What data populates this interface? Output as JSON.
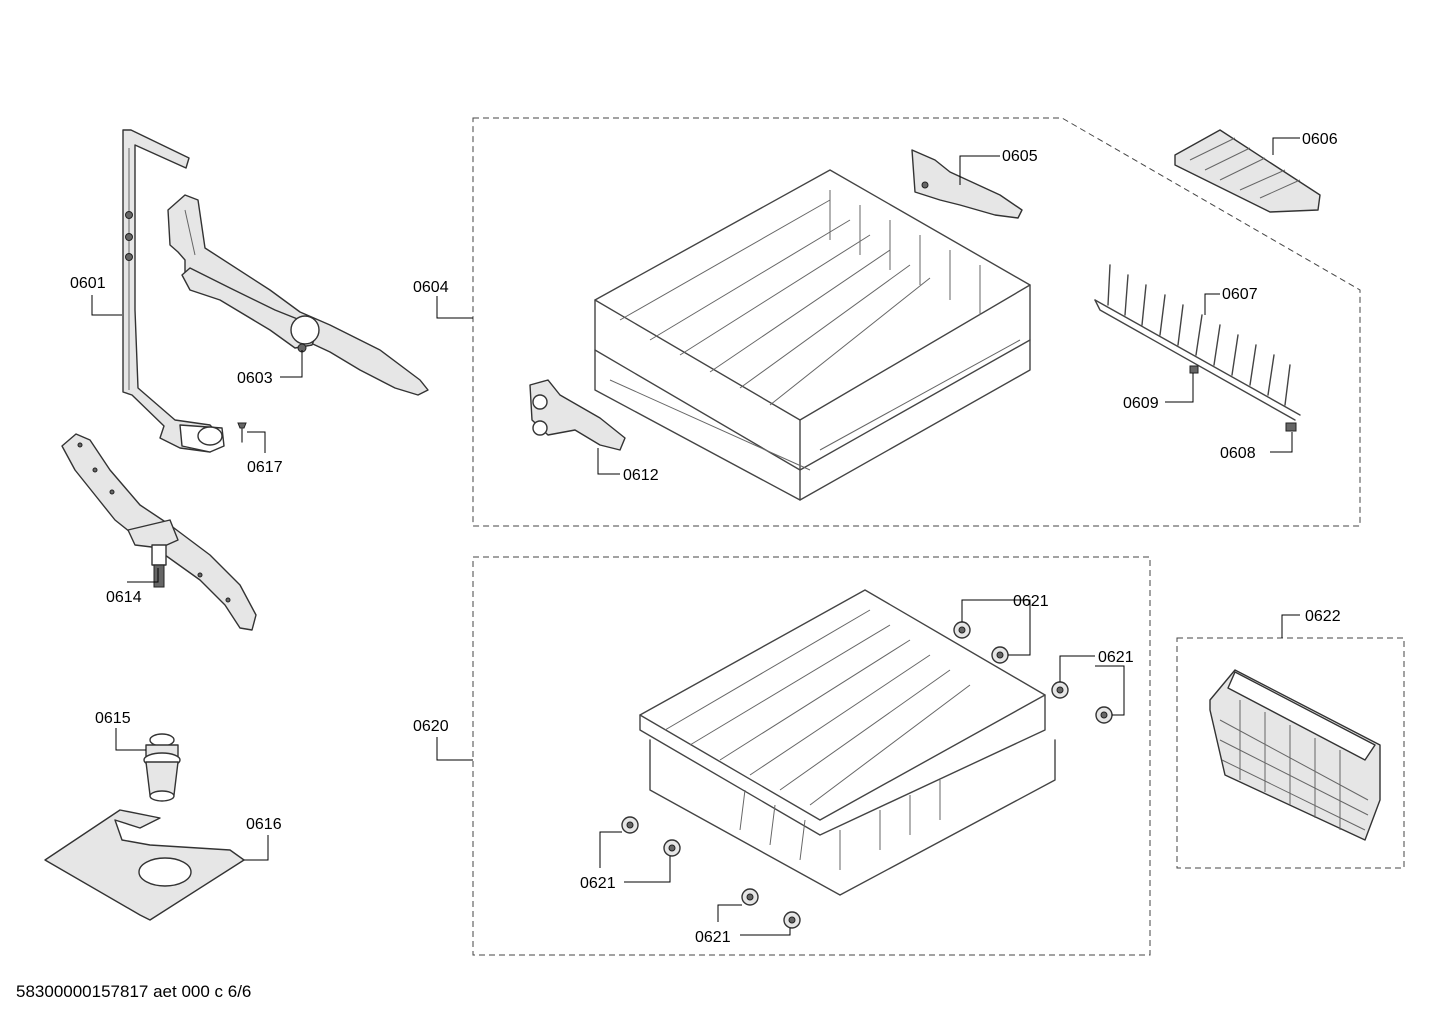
{
  "labels": {
    "p0601": "0601",
    "p0603": "0603",
    "p0604": "0604",
    "p0605": "0605",
    "p0606": "0606",
    "p0607": "0607",
    "p0608": "0608",
    "p0609": "0609",
    "p0612": "0612",
    "p0614": "0614",
    "p0615": "0615",
    "p0616": "0616",
    "p0617": "0617",
    "p0620": "0620",
    "p0621a": "0621",
    "p0621b": "0621",
    "p0621c": "0621",
    "p0621d": "0621",
    "p0622": "0622"
  },
  "footer": "58300000157817 aet 000 c 6/6",
  "icons": {
    "supply-pipe": "supply-pipe-icon",
    "upper-spray-arm": "upper-spray-arm-icon",
    "lower-spray-arm": "lower-spray-arm-icon",
    "filter": "filter-icon",
    "sump-plate": "sump-plate-icon",
    "screw": "screw-icon",
    "upper-rack": "upper-rack-icon",
    "lower-rack": "lower-rack-icon",
    "rack-adjuster": "rack-adjuster-icon",
    "cup-shelf": "cup-shelf-icon",
    "tine-row": "tine-row-icon",
    "clip": "clip-icon",
    "roller-wheel": "roller-wheel-icon",
    "cutlery-basket": "cutlery-basket-icon"
  }
}
